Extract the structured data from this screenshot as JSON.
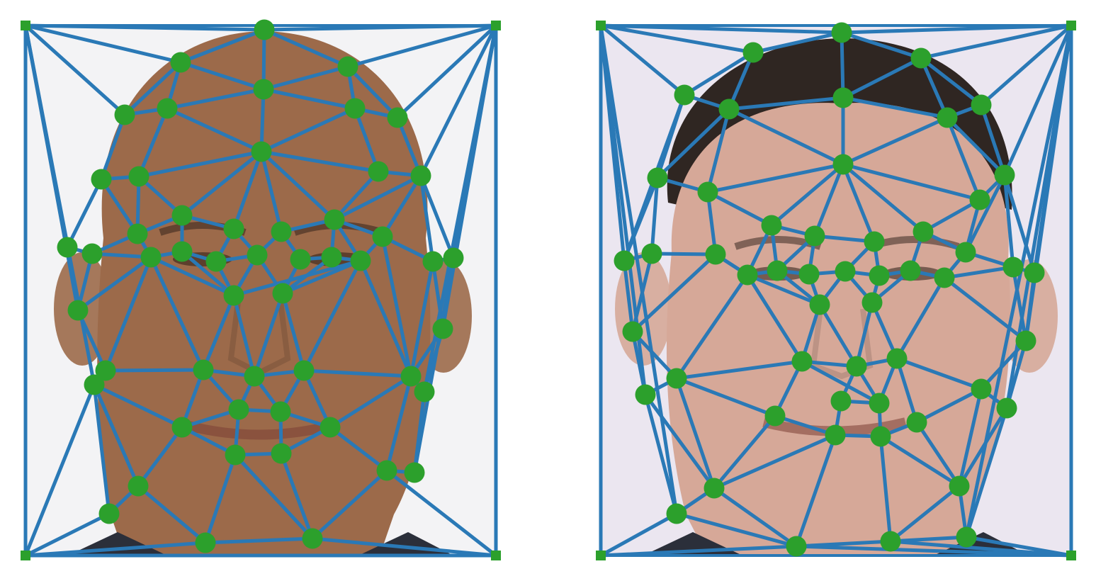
{
  "figure": {
    "panels": [
      {
        "id": "left",
        "subject": "face-photo-bald-man",
        "background_color": "#f3f3f5",
        "skin_color": "#9c6a4a",
        "mesh_color": "#2a79b6",
        "landmark_color": "#2ca02c"
      },
      {
        "id": "right",
        "subject": "face-photo-short-hair-man",
        "background_color": "#ebe6f0",
        "skin_color": "#d6a898",
        "hair_color": "#2f2622",
        "mesh_color": "#2a79b6",
        "landmark_color": "#2ca02c"
      }
    ]
  }
}
